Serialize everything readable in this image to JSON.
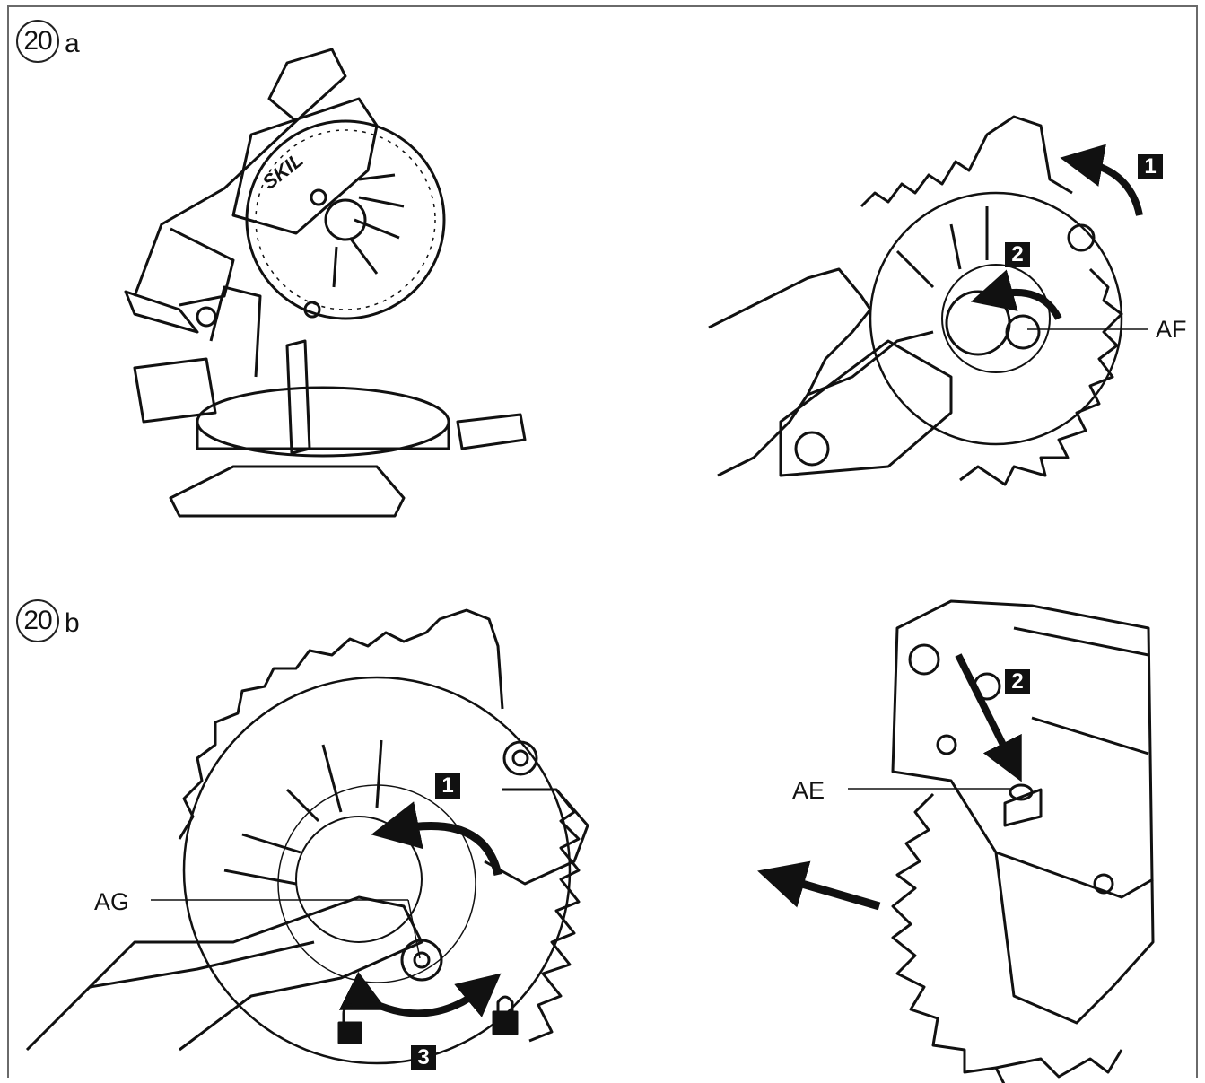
{
  "figure_a": {
    "number": "20",
    "suffix": "a",
    "callouts": {
      "af": "AF"
    },
    "steps": {
      "one": "1",
      "two": "2"
    },
    "brand": "SKIL"
  },
  "figure_b": {
    "number": "20",
    "suffix": "b",
    "callouts": {
      "ag": "AG",
      "ae": "AE"
    },
    "steps": {
      "one": "1",
      "two": "2",
      "three": "3"
    }
  }
}
